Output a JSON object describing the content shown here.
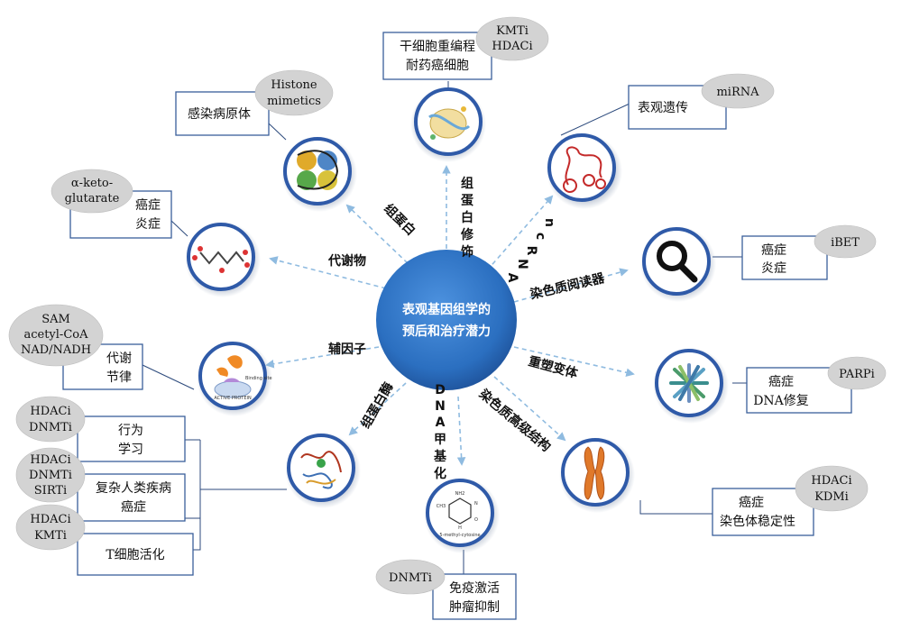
{
  "hub": {
    "line1": "表观基因组学的",
    "line2": "预后和治疗潜力"
  },
  "arms": {
    "histone_mod": [
      "组",
      "蛋",
      "白",
      "修",
      "饰"
    ],
    "ncrna": [
      "n",
      "c",
      "R",
      "N",
      "A"
    ],
    "reader": "染色质阅读器",
    "remodel": "重塑变体",
    "higher": "染色质高级结构",
    "dna_meth": [
      "D",
      "N",
      "A",
      "甲",
      "基",
      "化"
    ],
    "histone_enzyme": "组蛋白酶",
    "cofactor": "辅因子",
    "metabolite": "代谢物",
    "histone": "组蛋白"
  },
  "boxes": {
    "stemcell": [
      "干细胞重编程",
      "耐药癌细胞"
    ],
    "epi_inherit": [
      "表观遗传"
    ],
    "reader_dz": [
      "癌症",
      "炎症"
    ],
    "dnarepair": [
      "癌症",
      "DNA修复"
    ],
    "chromstab": [
      "癌症",
      "染色体稳定性"
    ],
    "immune": [
      "免疫激活",
      "肿瘤抑制"
    ],
    "behavior": [
      "行为",
      "学习"
    ],
    "complex": [
      "复杂人类疾病",
      "癌症"
    ],
    "tcell": [
      "T细胞活化"
    ],
    "metab_rhythm": [
      "代谢",
      "节律"
    ],
    "metab_dz": [
      "癌症",
      "炎症"
    ],
    "infection": [
      "感染病原体"
    ]
  },
  "ovals": {
    "kmti_hdaci": [
      "KMTi",
      "HDACi"
    ],
    "mirna": [
      "miRNA"
    ],
    "ibet": [
      "iBET"
    ],
    "parpi": [
      "PARPi"
    ],
    "hdaci_kdmi": [
      "HDACi",
      "KDMi"
    ],
    "dnmti": [
      "DNMTi"
    ],
    "hdaci_dnmti": [
      "HDACi",
      "DNMTi"
    ],
    "hdaci_dnmti_sirti": [
      "HDACi",
      "DNMTi",
      "SIRTi"
    ],
    "hdaci_kmti": [
      "HDACi",
      "KMTi"
    ],
    "cofactors": [
      "SAM",
      "acetyl-CoA",
      "NAD/NADH"
    ],
    "akg": [
      "α-keto-",
      "glutarate"
    ],
    "histone_mimetics": [
      "Histone",
      "mimetics"
    ]
  },
  "icons": {
    "cytosine_title": "5-methyl-cytosine",
    "cytosine_nh2": "NH2",
    "cytosine_ch3": "CH3",
    "cytosine_n": "N",
    "cytosine_h": "H",
    "cytosine_o": "O",
    "enzyme_site": "Binding site",
    "enzyme_active": "ACTIVE PROTEIN"
  },
  "colors": {
    "hub": "#2b6fc0",
    "ring": "#2f5aa8",
    "box_border": "#3a5f9a",
    "oval": "#d3d3d3",
    "spoke": "#8fbbe0"
  }
}
